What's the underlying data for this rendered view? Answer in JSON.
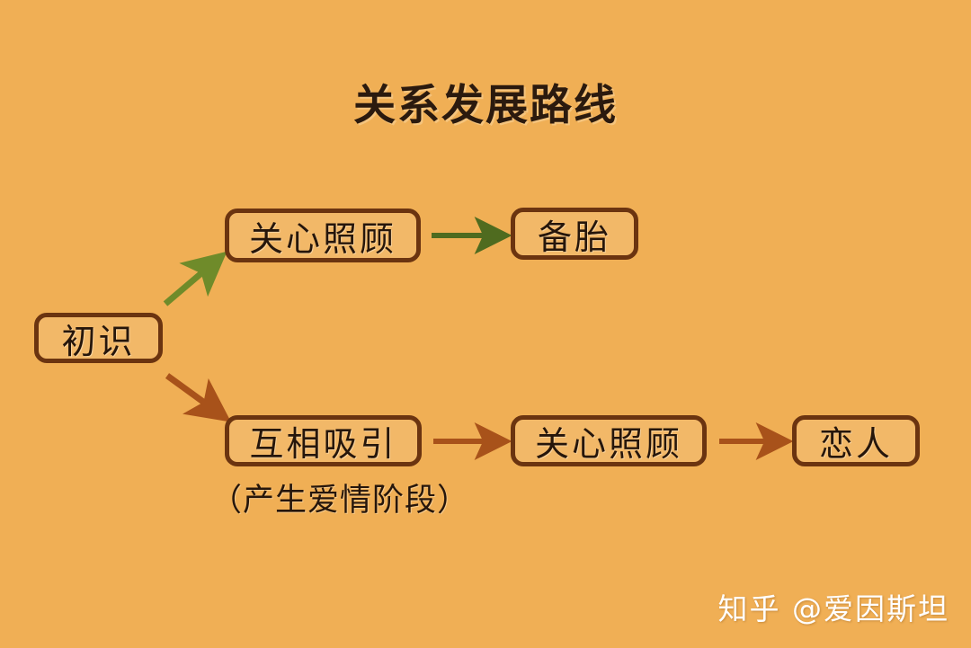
{
  "page": {
    "title": "关系发展路线",
    "background_color": "#f0af55",
    "text_color": "#26160b",
    "node_border_color": "#6b3410"
  },
  "diagram": {
    "type": "flowchart",
    "nodes": [
      {
        "id": "chushi",
        "label": "初识"
      },
      {
        "id": "care_top",
        "label": "关心照顾"
      },
      {
        "id": "beitai",
        "label": "备胎"
      },
      {
        "id": "attract",
        "label": "互相吸引"
      },
      {
        "id": "care_bot",
        "label": "关心照顾"
      },
      {
        "id": "lover",
        "label": "恋人"
      }
    ],
    "edges": [
      {
        "from": "chushi",
        "to": "care_top",
        "color": "#6f8b2a",
        "direction": "up-right"
      },
      {
        "from": "care_top",
        "to": "beitai",
        "color": "#4f6b1f",
        "direction": "right"
      },
      {
        "from": "chushi",
        "to": "attract",
        "color": "#a8521a",
        "direction": "down-right"
      },
      {
        "from": "attract",
        "to": "care_bot",
        "color": "#a8521a",
        "direction": "right"
      },
      {
        "from": "care_bot",
        "to": "lover",
        "color": "#a8521a",
        "direction": "right"
      }
    ],
    "caption": "（产生爱情阶段）"
  },
  "watermark": {
    "text": "知乎 @爱因斯坦"
  }
}
